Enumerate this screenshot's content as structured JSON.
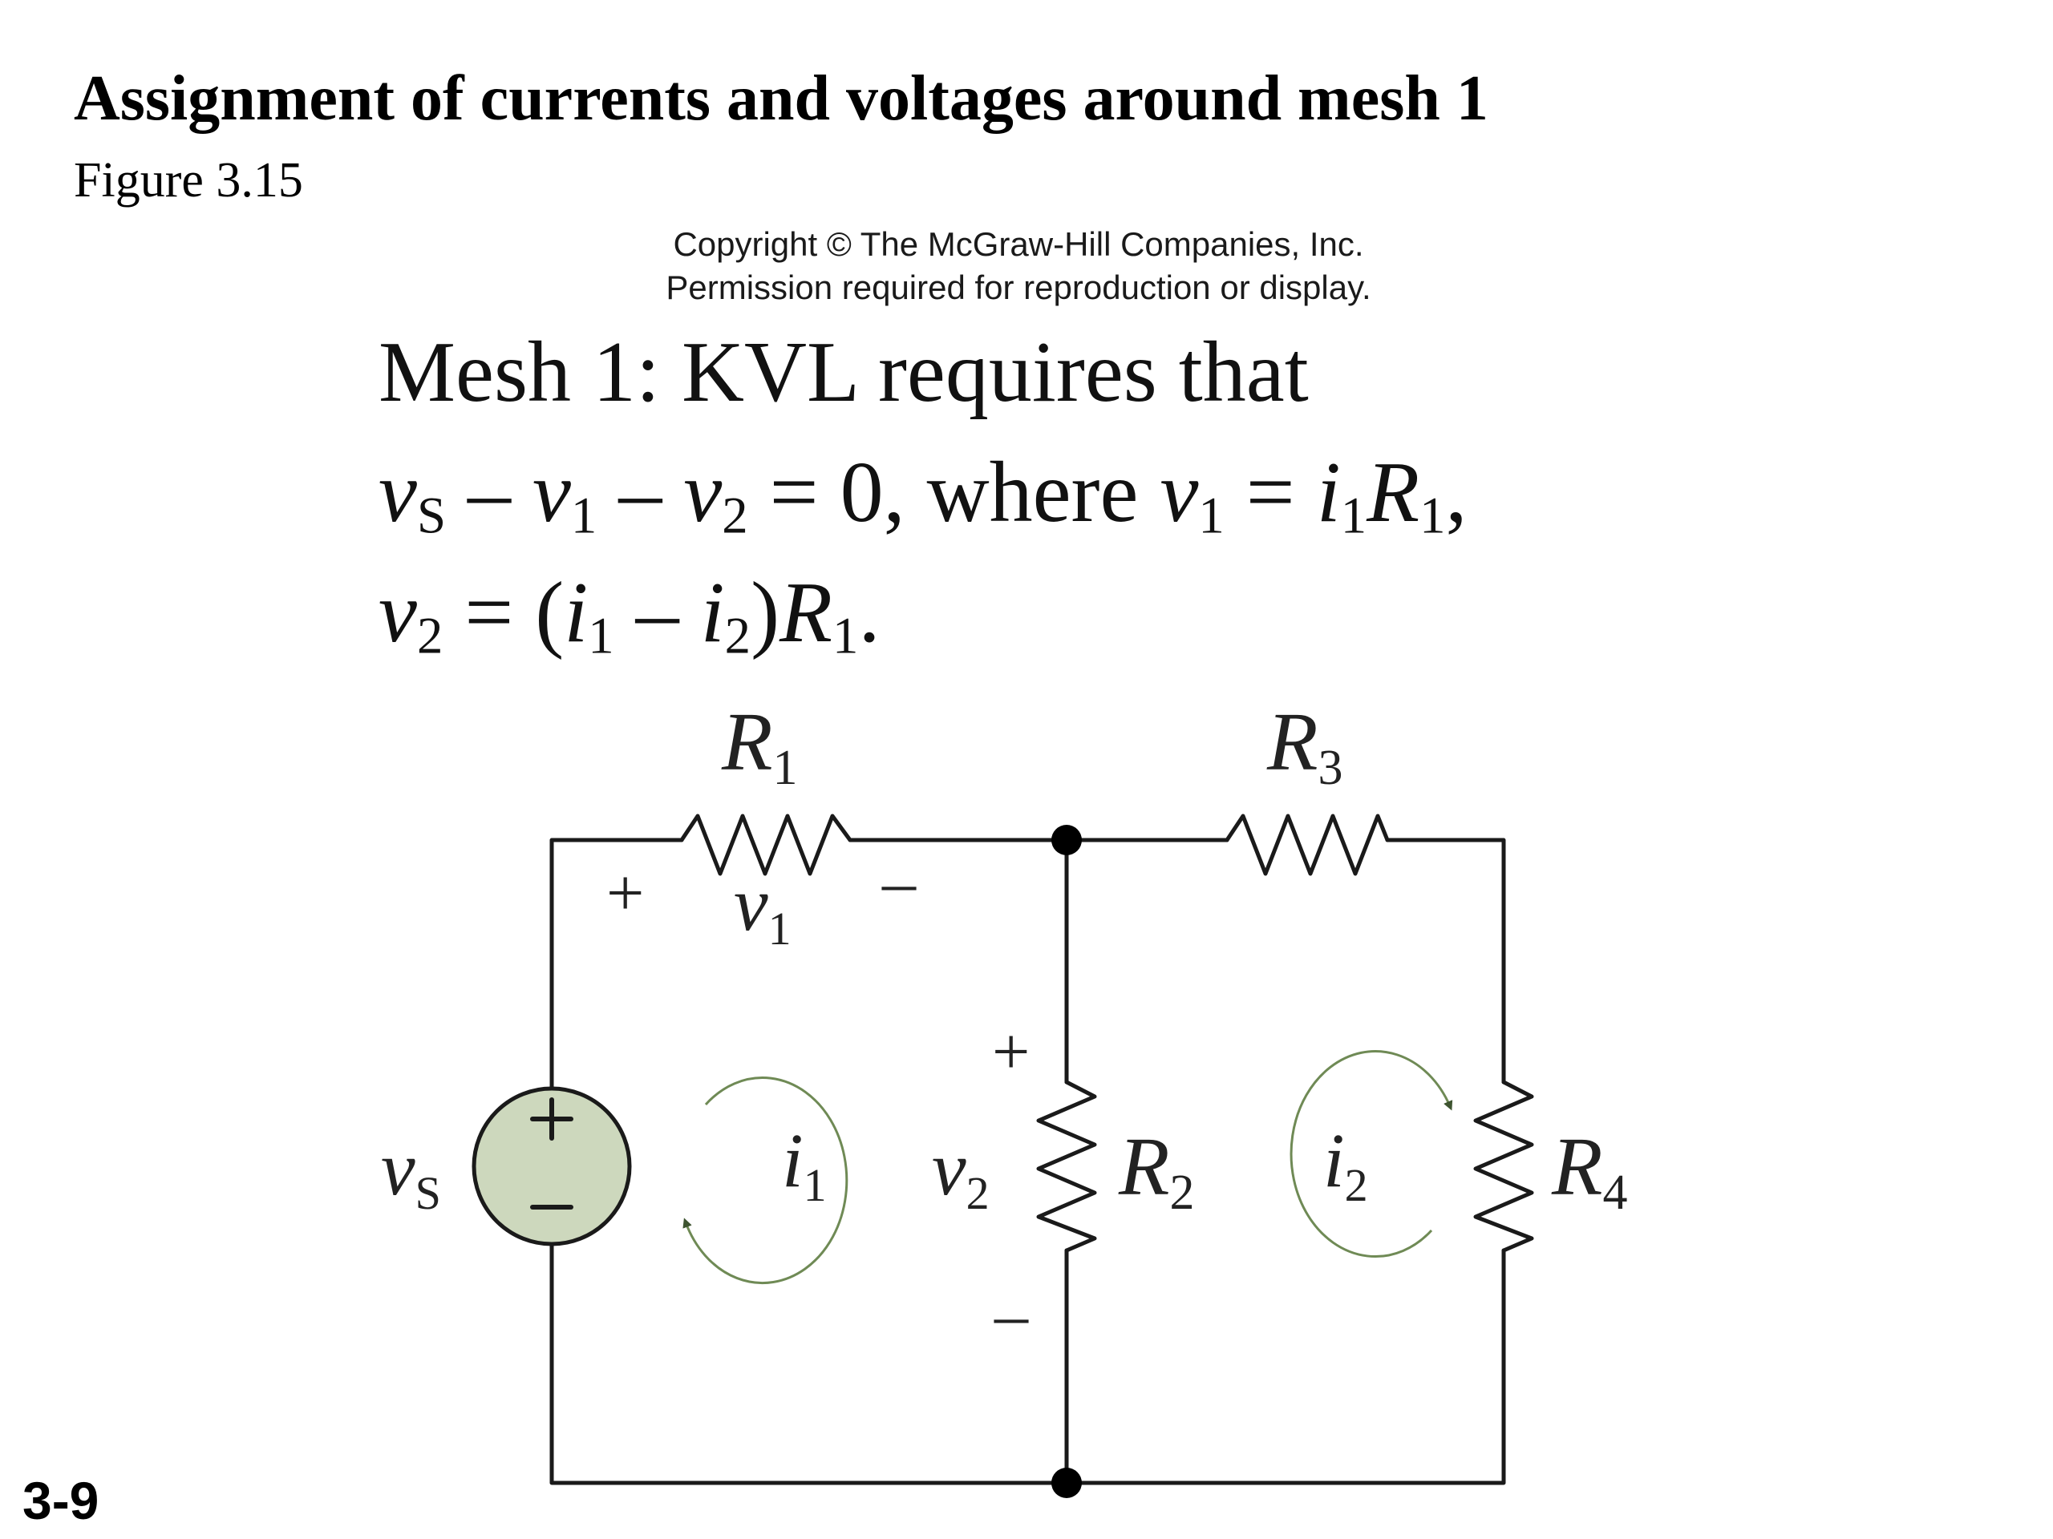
{
  "slide": {
    "title": "Assignment of currents and voltages around mesh 1",
    "figure_label": "Figure 3.15",
    "copyright_line1": "Copyright © The McGraw-Hill Companies, Inc.",
    "copyright_line2": "Permission required for reproduction or display.",
    "slide_number": "3-9"
  },
  "kvl": {
    "heading": "Mesh 1: KVL requires that",
    "v": "v",
    "i": "i",
    "R": "R",
    "sub_S": "S",
    "sub_1": "1",
    "sub_2": "2",
    "minus": " – ",
    "eq": " = ",
    "zero_where": "0, where ",
    "comma": ",",
    "open_paren": "(",
    "close_paren": ")",
    "period": "."
  },
  "circuit": {
    "labels": {
      "R1": "R",
      "R1_sub": "1",
      "R2": "R",
      "R2_sub": "2",
      "R3": "R",
      "R3_sub": "3",
      "R4": "R",
      "R4_sub": "4",
      "v1": "v",
      "v1_sub": "1",
      "v2": "v",
      "v2_sub": "2",
      "vS": "v",
      "vS_sub": "S",
      "i1": "i",
      "i1_sub": "1",
      "i2": "i",
      "i2_sub": "2",
      "plus": "+",
      "minus": "–"
    },
    "colors": {
      "wire": "#1a1a1a",
      "source_fill": "#cdd8bd",
      "mesh_arrow": "#6f8a55",
      "arrow_head": "#3e5430"
    }
  }
}
